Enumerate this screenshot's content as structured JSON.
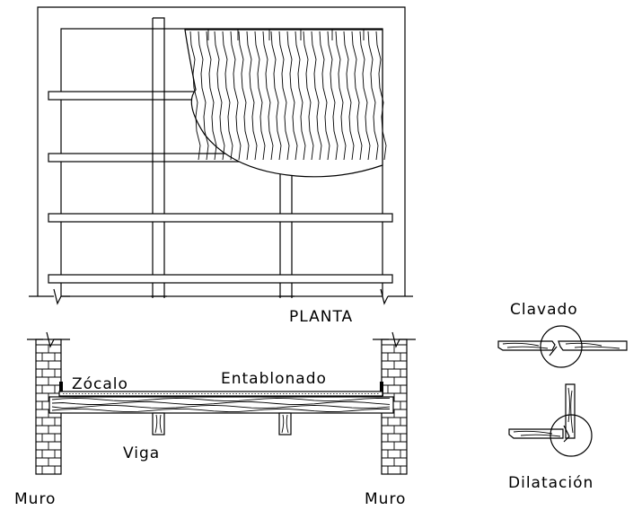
{
  "labels": {
    "planta": "PLANTA",
    "zocalo": "Zócalo",
    "entablonado": "Entablonado",
    "viga": "Viga",
    "muro_left": "Muro",
    "muro_right": "Muro",
    "clavado": "Clavado",
    "dilatacion": "Dilatación"
  }
}
